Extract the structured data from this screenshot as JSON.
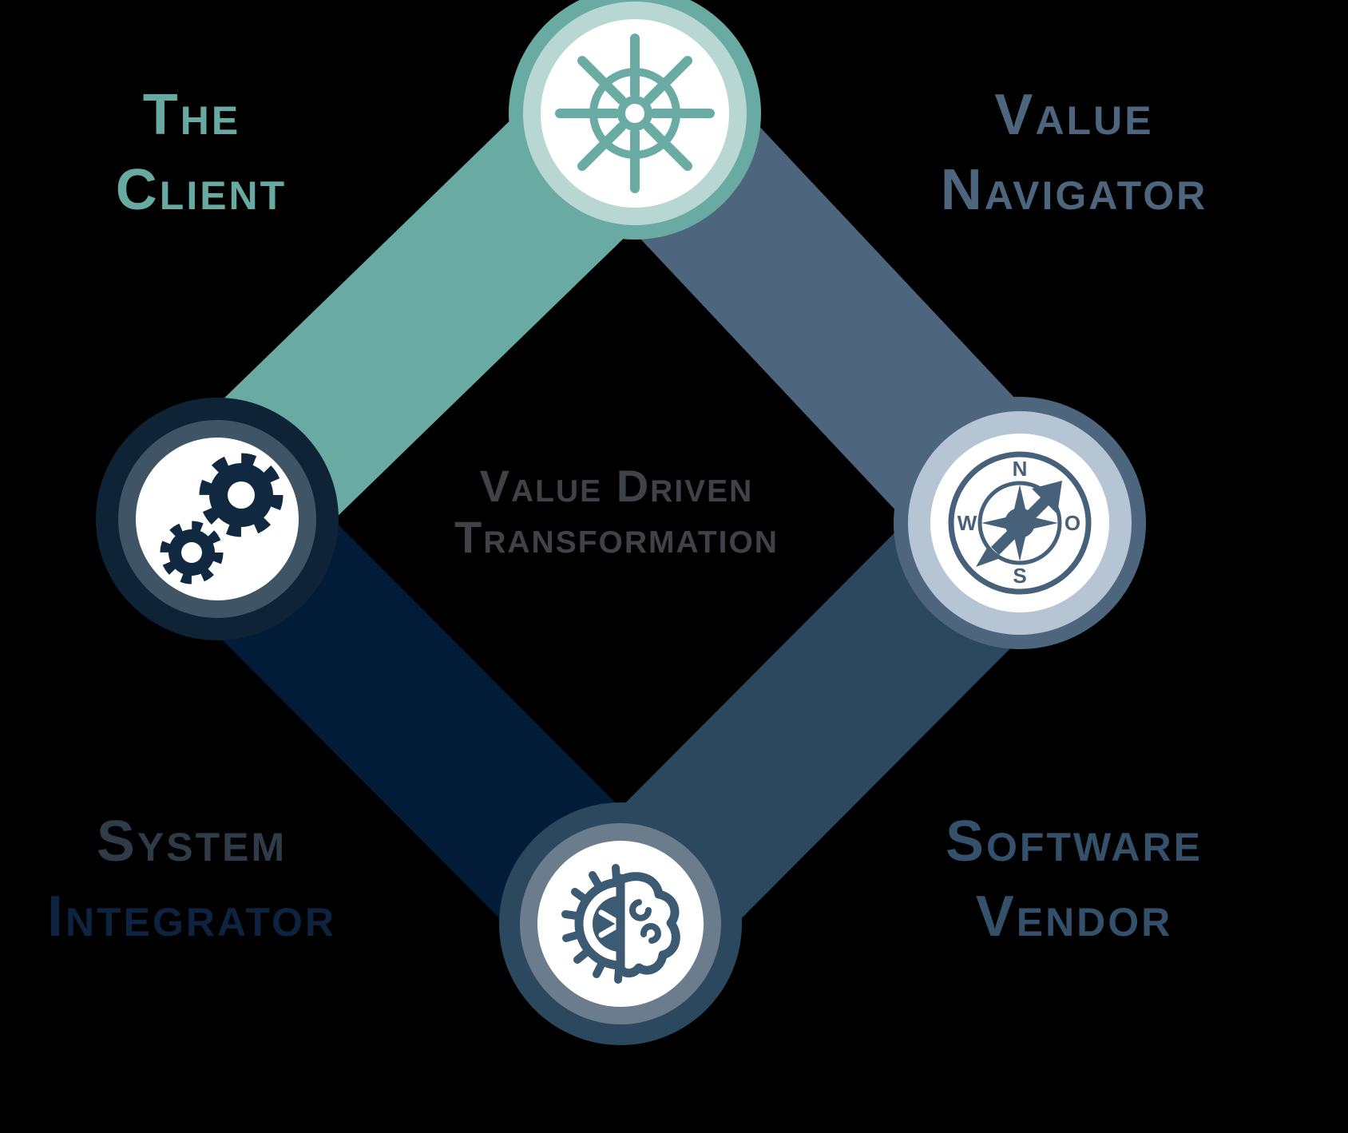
{
  "background": "#000000",
  "palette": {
    "white": "#FFFFFF"
  },
  "center_text": {
    "line1": "Value Driven",
    "line2": "Transformation",
    "color": "#3F4347"
  },
  "nodes": {
    "client": {
      "label1": "The",
      "label2": "Client",
      "label1_color": "#68A9A1",
      "label2_color": "#68A9A1",
      "band_color": "#69AAA2",
      "halo_color": "#69AAA2",
      "ring_color": "#B8D7D2",
      "inner_color": "#FFFFFF",
      "icon": "helm-icon",
      "icon_color": "#6AABA3"
    },
    "value_navigator": {
      "label1": "Value",
      "label2": "Navigator",
      "label1_color": "#4D667E",
      "label2_color": "#4D667E",
      "band_color": "#4D667E",
      "halo_color": "#4D667E",
      "ring_color": "#B6C5D3",
      "inner_color": "#FFFFFF",
      "icon": "compass-icon",
      "icon_color": "#47617A",
      "letters": {
        "n": "N",
        "e": "O",
        "s": "S",
        "w": "W"
      }
    },
    "system_integrator": {
      "label1": "System",
      "label2": "Integrator",
      "label1_color": "#2F3C48",
      "label2_color": "#0D2340",
      "band_color": "#021B37",
      "halo_color": "#0E2335",
      "ring_color": "#3F5464",
      "inner_color": "#FFFFFF",
      "icon": "gears-icon",
      "icon_color": "#102940"
    },
    "software_vendor": {
      "label1": "Software",
      "label2": "Vendor",
      "label1_color": "#34506A",
      "label2_color": "#34506A",
      "band_color": "#2C485E",
      "halo_color": "#2C485E",
      "ring_color": "#6B7D8C",
      "inner_color": "#FFFFFF",
      "icon": "brain-gear-icon",
      "icon_color": "#3D5A73"
    }
  }
}
